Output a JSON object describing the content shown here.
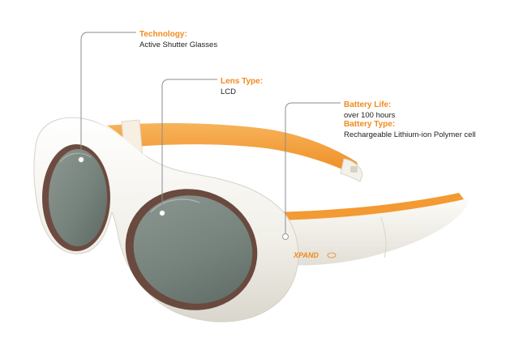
{
  "colors": {
    "accent": "#f08a1c",
    "frame": "#f4f2ec",
    "strap": "#f39a33",
    "lens": "#7d8983",
    "text": "#222222"
  },
  "callouts": {
    "technology": {
      "label": "Technology:",
      "value": "Active Shutter Glasses"
    },
    "lens_type": {
      "label": "Lens Type:",
      "value": "LCD"
    },
    "battery": {
      "life_label": "Battery Life:",
      "life_value": "over 100 hours",
      "type_label": "Battery Type:",
      "type_value": "Rechargeable Lithium-ion Polymer cell"
    }
  },
  "brand": {
    "logo_text": "XPAND"
  }
}
